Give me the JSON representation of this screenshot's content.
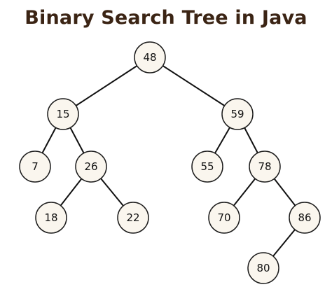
{
  "title": "Binary Search Tree in Java",
  "nodes": [
    {
      "id": "n48",
      "label": "48"
    },
    {
      "id": "n15",
      "label": "15"
    },
    {
      "id": "n59",
      "label": "59"
    },
    {
      "id": "n7",
      "label": "7"
    },
    {
      "id": "n26",
      "label": "26"
    },
    {
      "id": "n55",
      "label": "55"
    },
    {
      "id": "n78",
      "label": "78"
    },
    {
      "id": "n18",
      "label": "18"
    },
    {
      "id": "n22",
      "label": "22"
    },
    {
      "id": "n70",
      "label": "70"
    },
    {
      "id": "n86",
      "label": "86"
    },
    {
      "id": "n80",
      "label": "80"
    }
  ],
  "edges": [
    {
      "from": "n48",
      "to": "n15"
    },
    {
      "from": "n48",
      "to": "n59"
    },
    {
      "from": "n15",
      "to": "n7"
    },
    {
      "from": "n15",
      "to": "n26"
    },
    {
      "from": "n26",
      "to": "n18"
    },
    {
      "from": "n26",
      "to": "n22"
    },
    {
      "from": "n59",
      "to": "n55"
    },
    {
      "from": "n59",
      "to": "n78"
    },
    {
      "from": "n78",
      "to": "n70"
    },
    {
      "from": "n78",
      "to": "n86"
    },
    {
      "from": "n86",
      "to": "n80"
    }
  ],
  "colors": {
    "title": "#3b2414",
    "node_fill": "#faf6ee",
    "node_stroke": "#1c1c1c",
    "edge": "#111111"
  }
}
